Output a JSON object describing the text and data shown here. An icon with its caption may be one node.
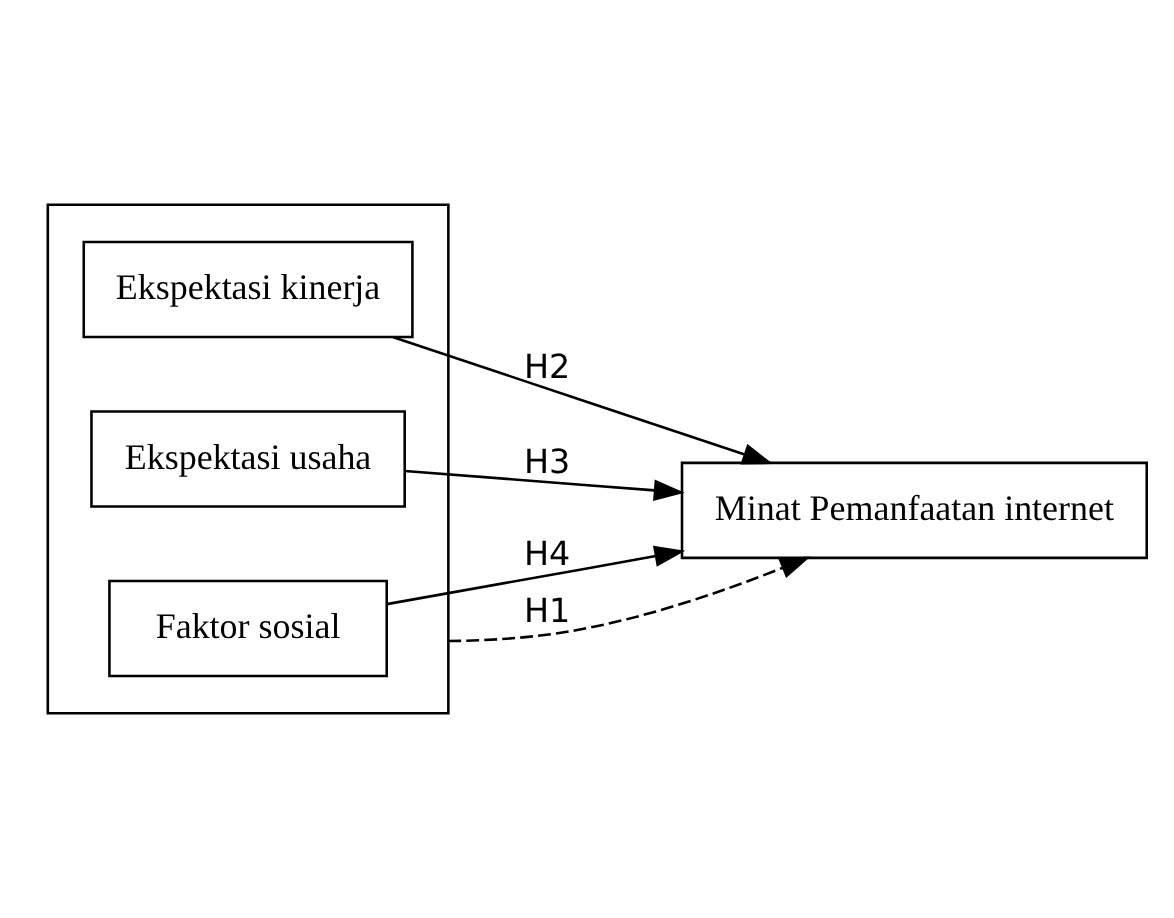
{
  "diagram": {
    "nodes": [
      {
        "text": [],
        "shape": "box"
      },
      {
        "text": [
          "Ekspektasi kinerja"
        ],
        "in": 0
      },
      {
        "text": [
          "Ekspektasi usaha"
        ],
        "in": 0
      },
      {
        "text": [
          "Faktor sosial"
        ],
        "in": 0
      },
      {
        "text": [
          "Minat Pemanfaatan internet"
        ]
      }
    ],
    "edges": [
      {
        "from": 1,
        "to": 4,
        "arrow": "to",
        "label": "H2"
      },
      {
        "from": 2,
        "to": 4,
        "arrow": "to",
        "label": "H3"
      },
      {
        "from": 3,
        "to": 4,
        "arrow": "to",
        "label": "H4"
      },
      {
        "from": 0,
        "to": 4,
        "arrow": "to",
        "label": "H1",
        "style": "dashed"
      }
    ]
  }
}
